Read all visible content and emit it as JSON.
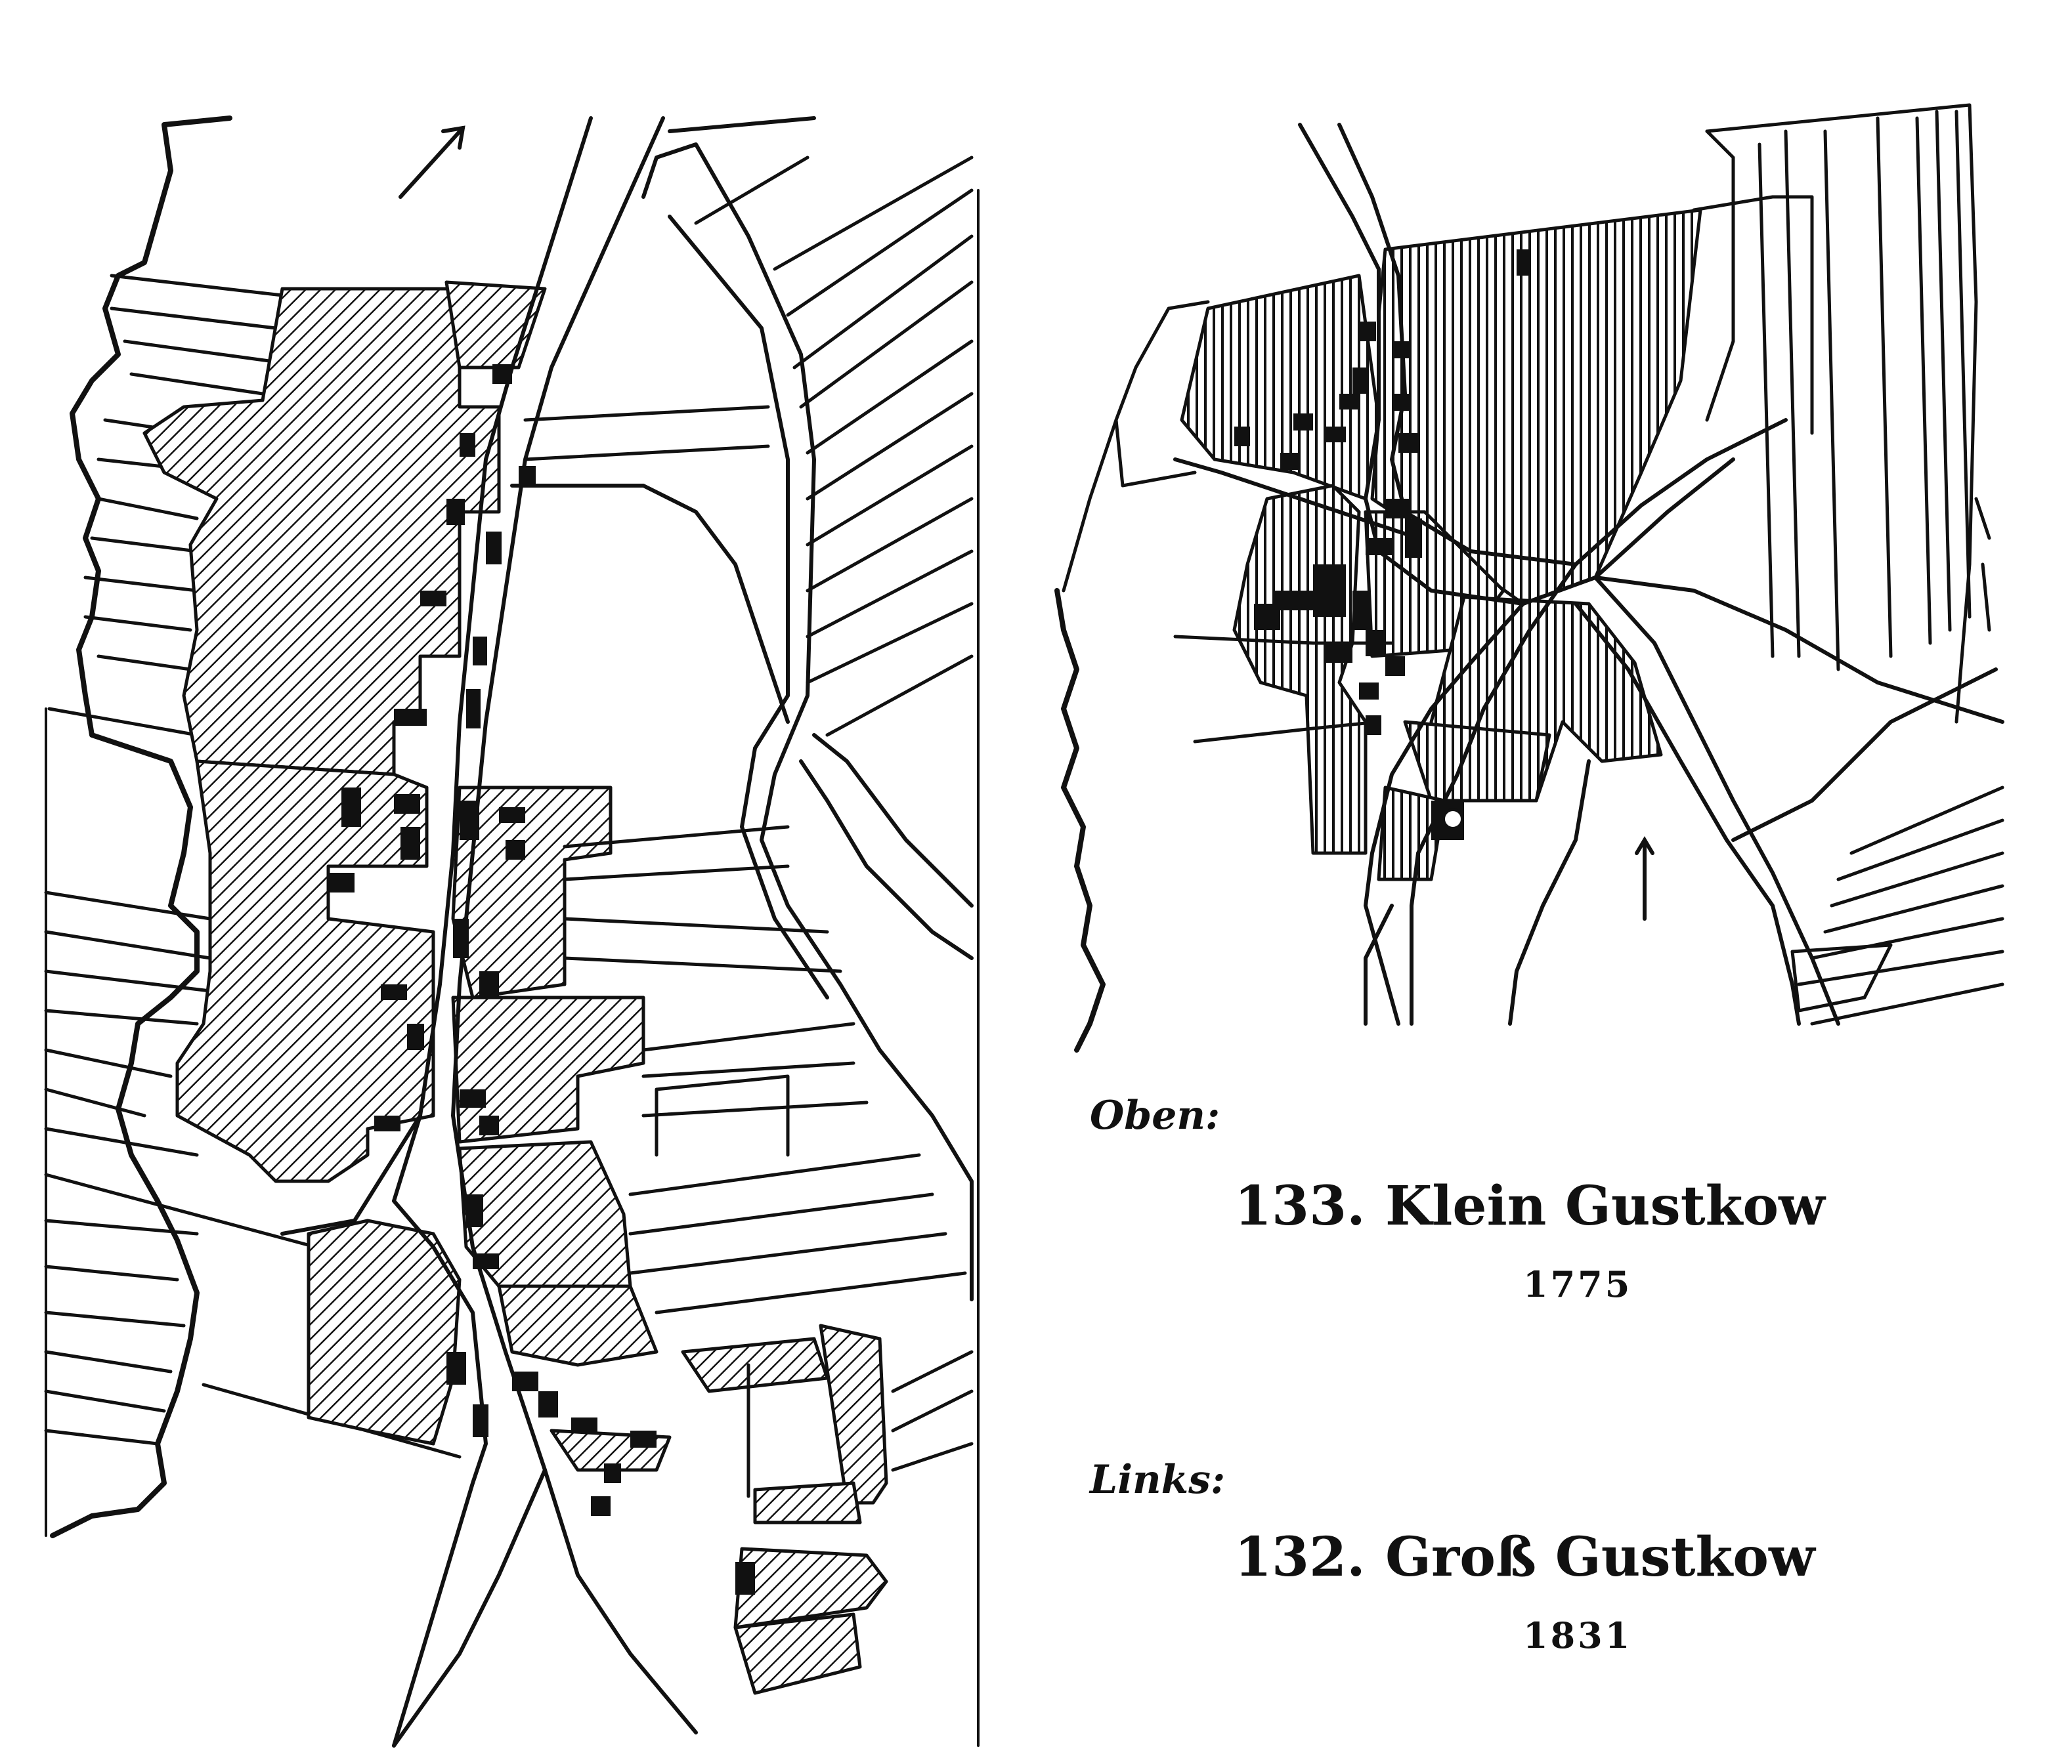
{
  "captions": {
    "top_label": "Oben:",
    "top_number": "133.",
    "top_name": "Klein Gustkow",
    "top_year": "1775",
    "left_label": "Links:",
    "left_number": "132.",
    "left_name": "Groß Gustkow",
    "left_year": "1831"
  },
  "maps": [
    {
      "id": "gross-gustkow",
      "north_arrow": "north-arrow-icon"
    },
    {
      "id": "klein-gustkow",
      "north_arrow": "north-arrow-icon"
    }
  ],
  "colors": {
    "ink": "#111111",
    "paper": "#ffffff"
  }
}
